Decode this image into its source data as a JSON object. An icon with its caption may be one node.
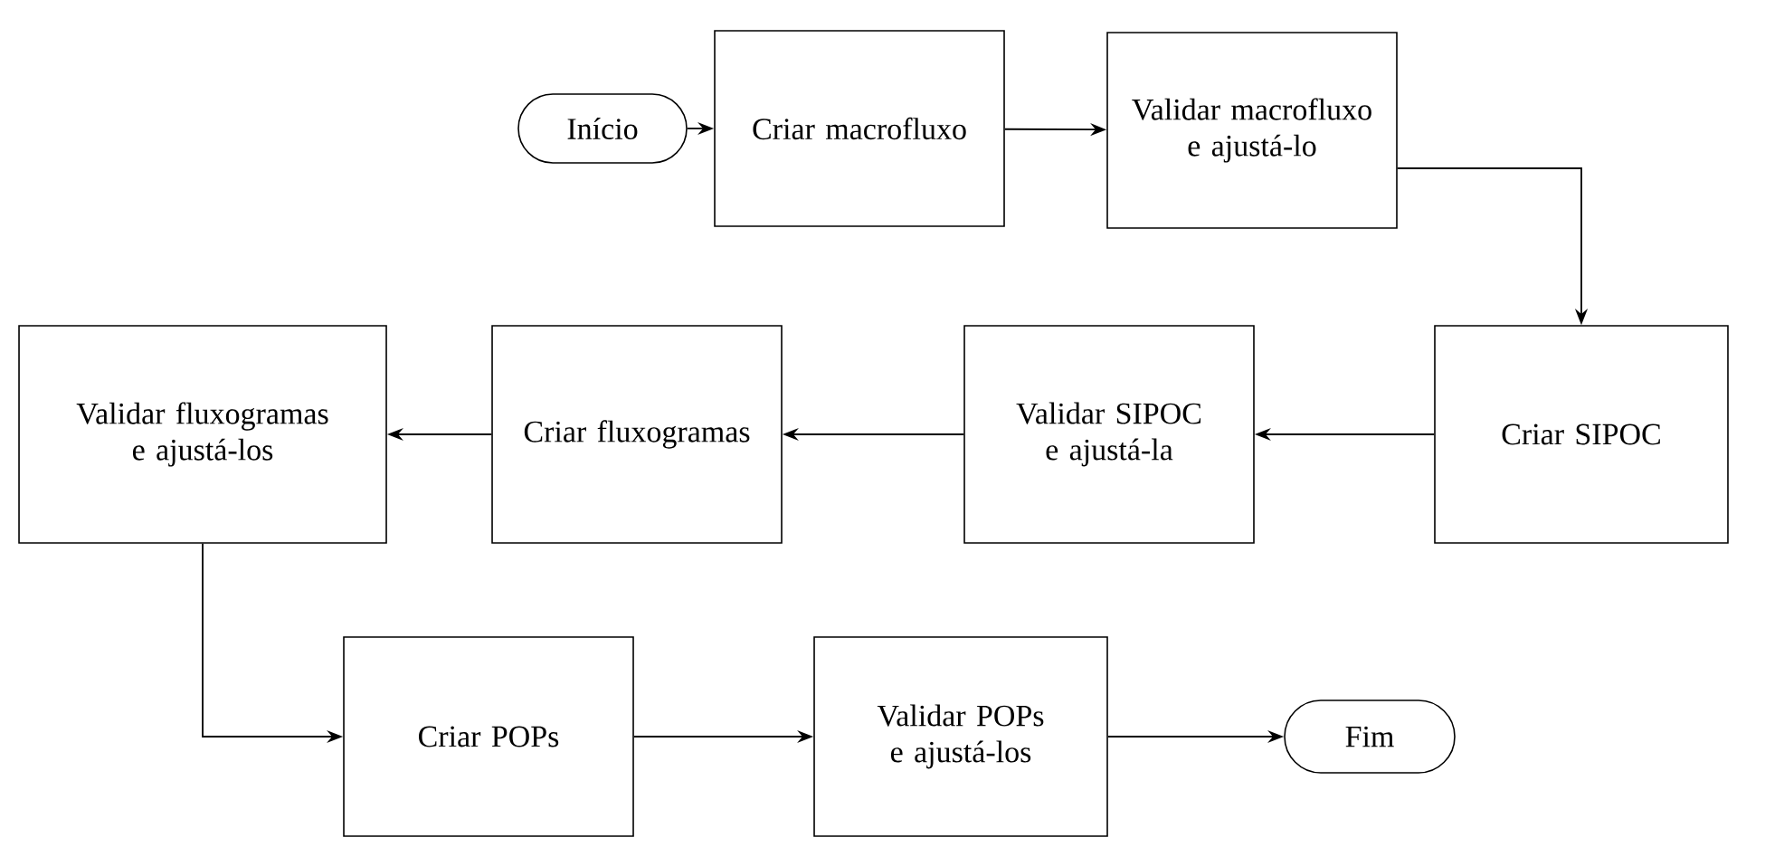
{
  "diagram": {
    "nodes": [
      {
        "text": [
          "Início"
        ]
      },
      {
        "text": [
          "Criar macrofluxo"
        ]
      },
      {
        "text": [
          "Validar macrofluxo e ajustá-lo"
        ]
      },
      {
        "text": [
          "Criar SIPOC"
        ]
      },
      {
        "text": [
          "Validar SIPOC e ajustá-la"
        ]
      },
      {
        "text": [
          "Criar fluxogramas"
        ]
      },
      {
        "text": [
          "Validar fluxogramas e ajustá-los"
        ]
      },
      {
        "text": [
          "Criar POPs"
        ]
      },
      {
        "text": [
          "Validar POPs e ajustá-los"
        ]
      },
      {
        "text": [
          "Fim"
        ]
      }
    ],
    "edges": [
      {
        "from": 0,
        "to": 1,
        "arrow": "to"
      },
      {
        "from": 1,
        "to": 2,
        "arrow": "to"
      },
      {
        "from": 2,
        "to": 3,
        "arrow": "to"
      },
      {
        "from": 3,
        "to": 4,
        "arrow": "to"
      },
      {
        "from": 4,
        "to": 5,
        "arrow": "to"
      },
      {
        "from": 5,
        "to": 6,
        "arrow": "to"
      },
      {
        "from": 6,
        "to": 7,
        "arrow": "to"
      },
      {
        "from": 7,
        "to": 8,
        "arrow": "to"
      },
      {
        "from": 8,
        "to": 9,
        "arrow": "to"
      }
    ]
  }
}
